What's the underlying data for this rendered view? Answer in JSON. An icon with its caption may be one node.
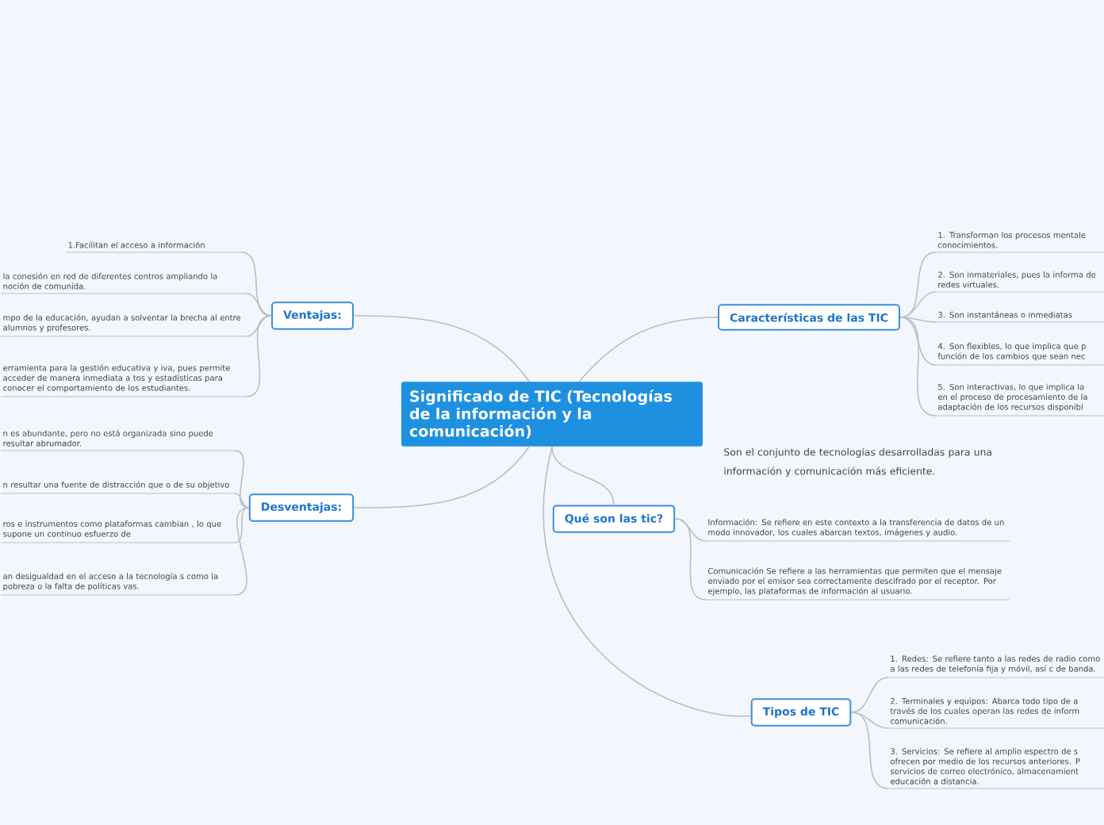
{
  "diagram": {
    "nodes": [
      {
        "text": [
          "Significado de TIC (Tecnologías de la  información y la comunicación)"
        ]
      },
      {
        "text": [
          "Ventajas:"
        ]
      },
      {
        "text": [
          "1.Facilitan el acceso a información"
        ]
      },
      {
        "text": [
          "la conesión en red de diferentes centros ampliando la noción de comunida."
        ]
      },
      {
        "text": [
          "mpo de la educación, ayudan a solventar la brecha al entre alumnos y profesores."
        ]
      },
      {
        "text": [
          "erramienta para la gestión educativa y iva, pues permite acceder de manera inmediata a tos y estadísticas para conocer el comportamiento de los estudiantes."
        ]
      },
      {
        "text": [
          "Desventajas:"
        ]
      },
      {
        "text": [
          "n es abundante, pero no está organizada sino puede resultar abrumador."
        ]
      },
      {
        "text": [
          "n resultar una fuente de distracción que o de su objetivo"
        ]
      },
      {
        "text": [
          "ros e instrumentos como plataformas cambian , lo que supone un continuo esfuerzo de"
        ]
      },
      {
        "text": [
          "an desigualdad en el acceso a la tecnología s como la pobreza o la falta de políticas vas."
        ]
      },
      {
        "text": [
          "Características de las TIC"
        ]
      },
      {
        "text": [
          "1. Transforman los procesos mentale conocimientos."
        ]
      },
      {
        "text": [
          "2. Son inmateriales, pues la informa de redes virtuales."
        ]
      },
      {
        "text": [
          "3. Son instantáneas o inmediatas"
        ]
      },
      {
        "text": [
          "4. Son flexibles, lo que implica que p función de los cambios que sean nec"
        ]
      },
      {
        "text": [
          "5.  Son interactivas, lo que implica la en el proceso de procesamiento de la adaptación de los recursos disponibl"
        ]
      },
      {
        "text": [
          "Qué son las tic?"
        ]
      },
      {
        "text": [
          "Información: Se refiere en este contexto a la transferencia de datos de un modo innovador, los cuales abarcan textos, imágenes y audio."
        ]
      },
      {
        "text": [
          "Comunicación Se refiere a las herramientas que permiten que el mensaje enviado por el emisor sea correctamente descifrado por el receptor. Por ejemplo, las plataformas de información al usuario."
        ]
      },
      {
        "text": [
          "Tipos de TIC"
        ]
      },
      {
        "text": [
          "1.  Redes: Se refiere tanto a las redes de radio como a las redes de telefonía fija y móvil, así c de banda."
        ]
      },
      {
        "text": [
          "2.  Terminales y equipos: Abarca todo tipo de a través de los cuales operan las redes de inform comunicación."
        ]
      },
      {
        "text": [
          "3. Servicios: Se refiere al amplio espectro de s ofrecen por medio de los recursos anteriores. P servicios de correo electrónico, almacenamient educación a distancia."
        ]
      }
    ],
    "edges": [
      {
        "from": 0,
        "to": 1,
        "arrow": "none"
      },
      {
        "from": 0,
        "to": 6,
        "arrow": "none"
      },
      {
        "from": 0,
        "to": 11,
        "arrow": "none"
      },
      {
        "from": 0,
        "to": 17,
        "arrow": "none"
      },
      {
        "from": 0,
        "to": 20,
        "arrow": "none"
      },
      {
        "from": 1,
        "to": 2,
        "arrow": "none"
      },
      {
        "from": 1,
        "to": 3,
        "arrow": "none"
      },
      {
        "from": 1,
        "to": 4,
        "arrow": "none"
      },
      {
        "from": 1,
        "to": 5,
        "arrow": "none"
      },
      {
        "from": 6,
        "to": 7,
        "arrow": "none"
      },
      {
        "from": 6,
        "to": 8,
        "arrow": "none"
      },
      {
        "from": 6,
        "to": 9,
        "arrow": "none"
      },
      {
        "from": 6,
        "to": 10,
        "arrow": "none"
      },
      {
        "from": 11,
        "to": 12,
        "arrow": "none"
      },
      {
        "from": 11,
        "to": 13,
        "arrow": "none"
      },
      {
        "from": 11,
        "to": 14,
        "arrow": "none"
      },
      {
        "from": 11,
        "to": 15,
        "arrow": "none"
      },
      {
        "from": 11,
        "to": 16,
        "arrow": "none"
      },
      {
        "from": 17,
        "to": 18,
        "arrow": "none"
      },
      {
        "from": 17,
        "to": 19,
        "arrow": "none"
      },
      {
        "from": 20,
        "to": 21,
        "arrow": "none"
      },
      {
        "from": 20,
        "to": 22,
        "arrow": "none"
      },
      {
        "from": 20,
        "to": 23,
        "arrow": "none"
      }
    ],
    "labels": [
      "Son el conjunto de tecnologías desarrolladas  para una información y comunicación más eficiente."
    ]
  }
}
